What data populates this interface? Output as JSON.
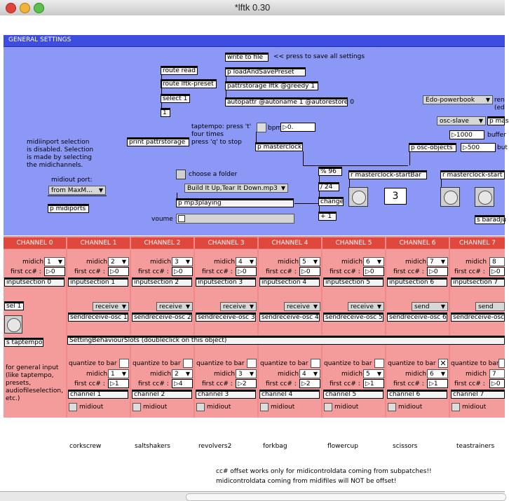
{
  "window": {
    "title": "*lftk 0.30"
  },
  "general": {
    "header": "GENERAL SETTINGS",
    "write_to_file": "write to file",
    "press_to_save": "<< press to save all settings",
    "route_read": "route read",
    "load_and_save": "p loadAndSavePreset",
    "route_lftk": "route lftk-preset",
    "pattrstorage": "pattrstorage lftk @greedy 1",
    "select_1": "select 1",
    "autopattr": "autopattr @autoname 1 @autorestore 0",
    "one": "1",
    "print_pattr": "print pattrstorage",
    "taptempo_note": "taptempo: press 't'\nfour times\npress 'q' to stop",
    "bpm_label": "bpm:",
    "bpm_value": "0.",
    "masterclock": "p masterclock",
    "midiinport_note": "midiinport selection\nis disabled. Selection\nis made by selecting\nthe midichannels.",
    "midiout_label": "midiout port:",
    "midiout_value": "from MaxM...",
    "midiports": "p midiports",
    "choose_folder": "choose a folder",
    "mp3_file": "Build It Up,Tear It Down.mp3",
    "mp3playing": "p mp3playing",
    "volume_label": "voume :",
    "mod96": "% 96",
    "div24": "/ 24",
    "change": "change",
    "plus1": "+ 1",
    "r_masterclock_start": "r masterclock-startBar",
    "r_masterclock_start2": "r masterclock-start",
    "bar_number": "3",
    "edo_powerbook": "Edo-powerbook",
    "osc_slave": "osc-slave",
    "p_mas": "p mas",
    "ren": "ren",
    "ed": "(ed",
    "buffer_value": "1000",
    "buffer_label": "buffer",
    "but_value": "500",
    "but_label": "but",
    "osc_objects": "p osc-objects",
    "s_baradj": "s baradju"
  },
  "channels": [
    {
      "name": "CHANNEL 0",
      "midich": "1",
      "firstcc": "0",
      "input": "inputsection 0"
    },
    {
      "name": "CHANNEL 1",
      "midich": "2",
      "firstcc": "0",
      "input": "inputsection 1",
      "mode": "receive",
      "sr": "sendreceive-osc 1",
      "q_midich": "1",
      "q_firstcc": "1",
      "ch": "channel 1"
    },
    {
      "name": "CHANNEL 2",
      "midich": "3",
      "firstcc": "0",
      "input": "inputsection 2",
      "mode": "receive",
      "sr": "sendreceive-osc 2",
      "q_midich": "2",
      "q_firstcc": "4",
      "ch": "channel 2"
    },
    {
      "name": "CHANNEL 3",
      "midich": "4",
      "firstcc": "0",
      "input": "inputsection 3",
      "mode": "receive",
      "sr": "sendreceive-osc 3",
      "q_midich": "3",
      "q_firstcc": "2",
      "ch": "channel 3"
    },
    {
      "name": "CHANNEL 4",
      "midich": "5",
      "firstcc": "0",
      "input": "inputsection 4",
      "mode": "receive",
      "sr": "sendreceive-osc 4",
      "q_midich": "4",
      "q_firstcc": "2",
      "ch": "channel 4"
    },
    {
      "name": "CHANNEL 5",
      "midich": "6",
      "firstcc": "0",
      "input": "inputsection 5",
      "mode": "receive",
      "sr": "sendreceive-osc 5",
      "q_midich": "5",
      "q_firstcc": "1",
      "ch": "channel 5"
    },
    {
      "name": "CHANNEL 6",
      "midich": "7",
      "firstcc": "0",
      "input": "inputsection 6",
      "mode": "send",
      "sr": "sendreceive-osc 6",
      "q_midich": "6",
      "q_firstcc": "1",
      "ch": "channel 6"
    },
    {
      "name": "CHANNEL 7",
      "midich": "8",
      "firstcc": "0",
      "input": "inputsection 7",
      "mode": "send",
      "sr": "sendreceive-osc",
      "q_midich": "7",
      "q_firstcc": "0",
      "ch": "channel 7"
    }
  ],
  "labels": {
    "midich": "midich :",
    "firstcc": "first cc# :",
    "quantize": "quantize to bar :",
    "midiout": "midiout",
    "sel1": "sel 1",
    "s_taptempo": "s taptempo",
    "general_input_note": "for general input\n(like taptempo,\npresets,\naudiofileselection,\netc.)",
    "slots": "SettingBehaviourSlots (doubleclick on this object)"
  },
  "bottom_names": [
    "corkscrew",
    "saltshakers",
    "revolvers2",
    "forkbag",
    "flowercup",
    "scissors",
    "teastrainers"
  ],
  "notes": {
    "line1": "cc# offset works only for midicontroldata coming from subpatches!!",
    "line2": "midicontroldata coming from midifiles will NOT be offset!"
  },
  "colors": {
    "blue_panel": "#8b98f6",
    "blue_header": "#3d4de0",
    "channel_header": "#e0473d",
    "channel_bg": "#f49c9c"
  }
}
